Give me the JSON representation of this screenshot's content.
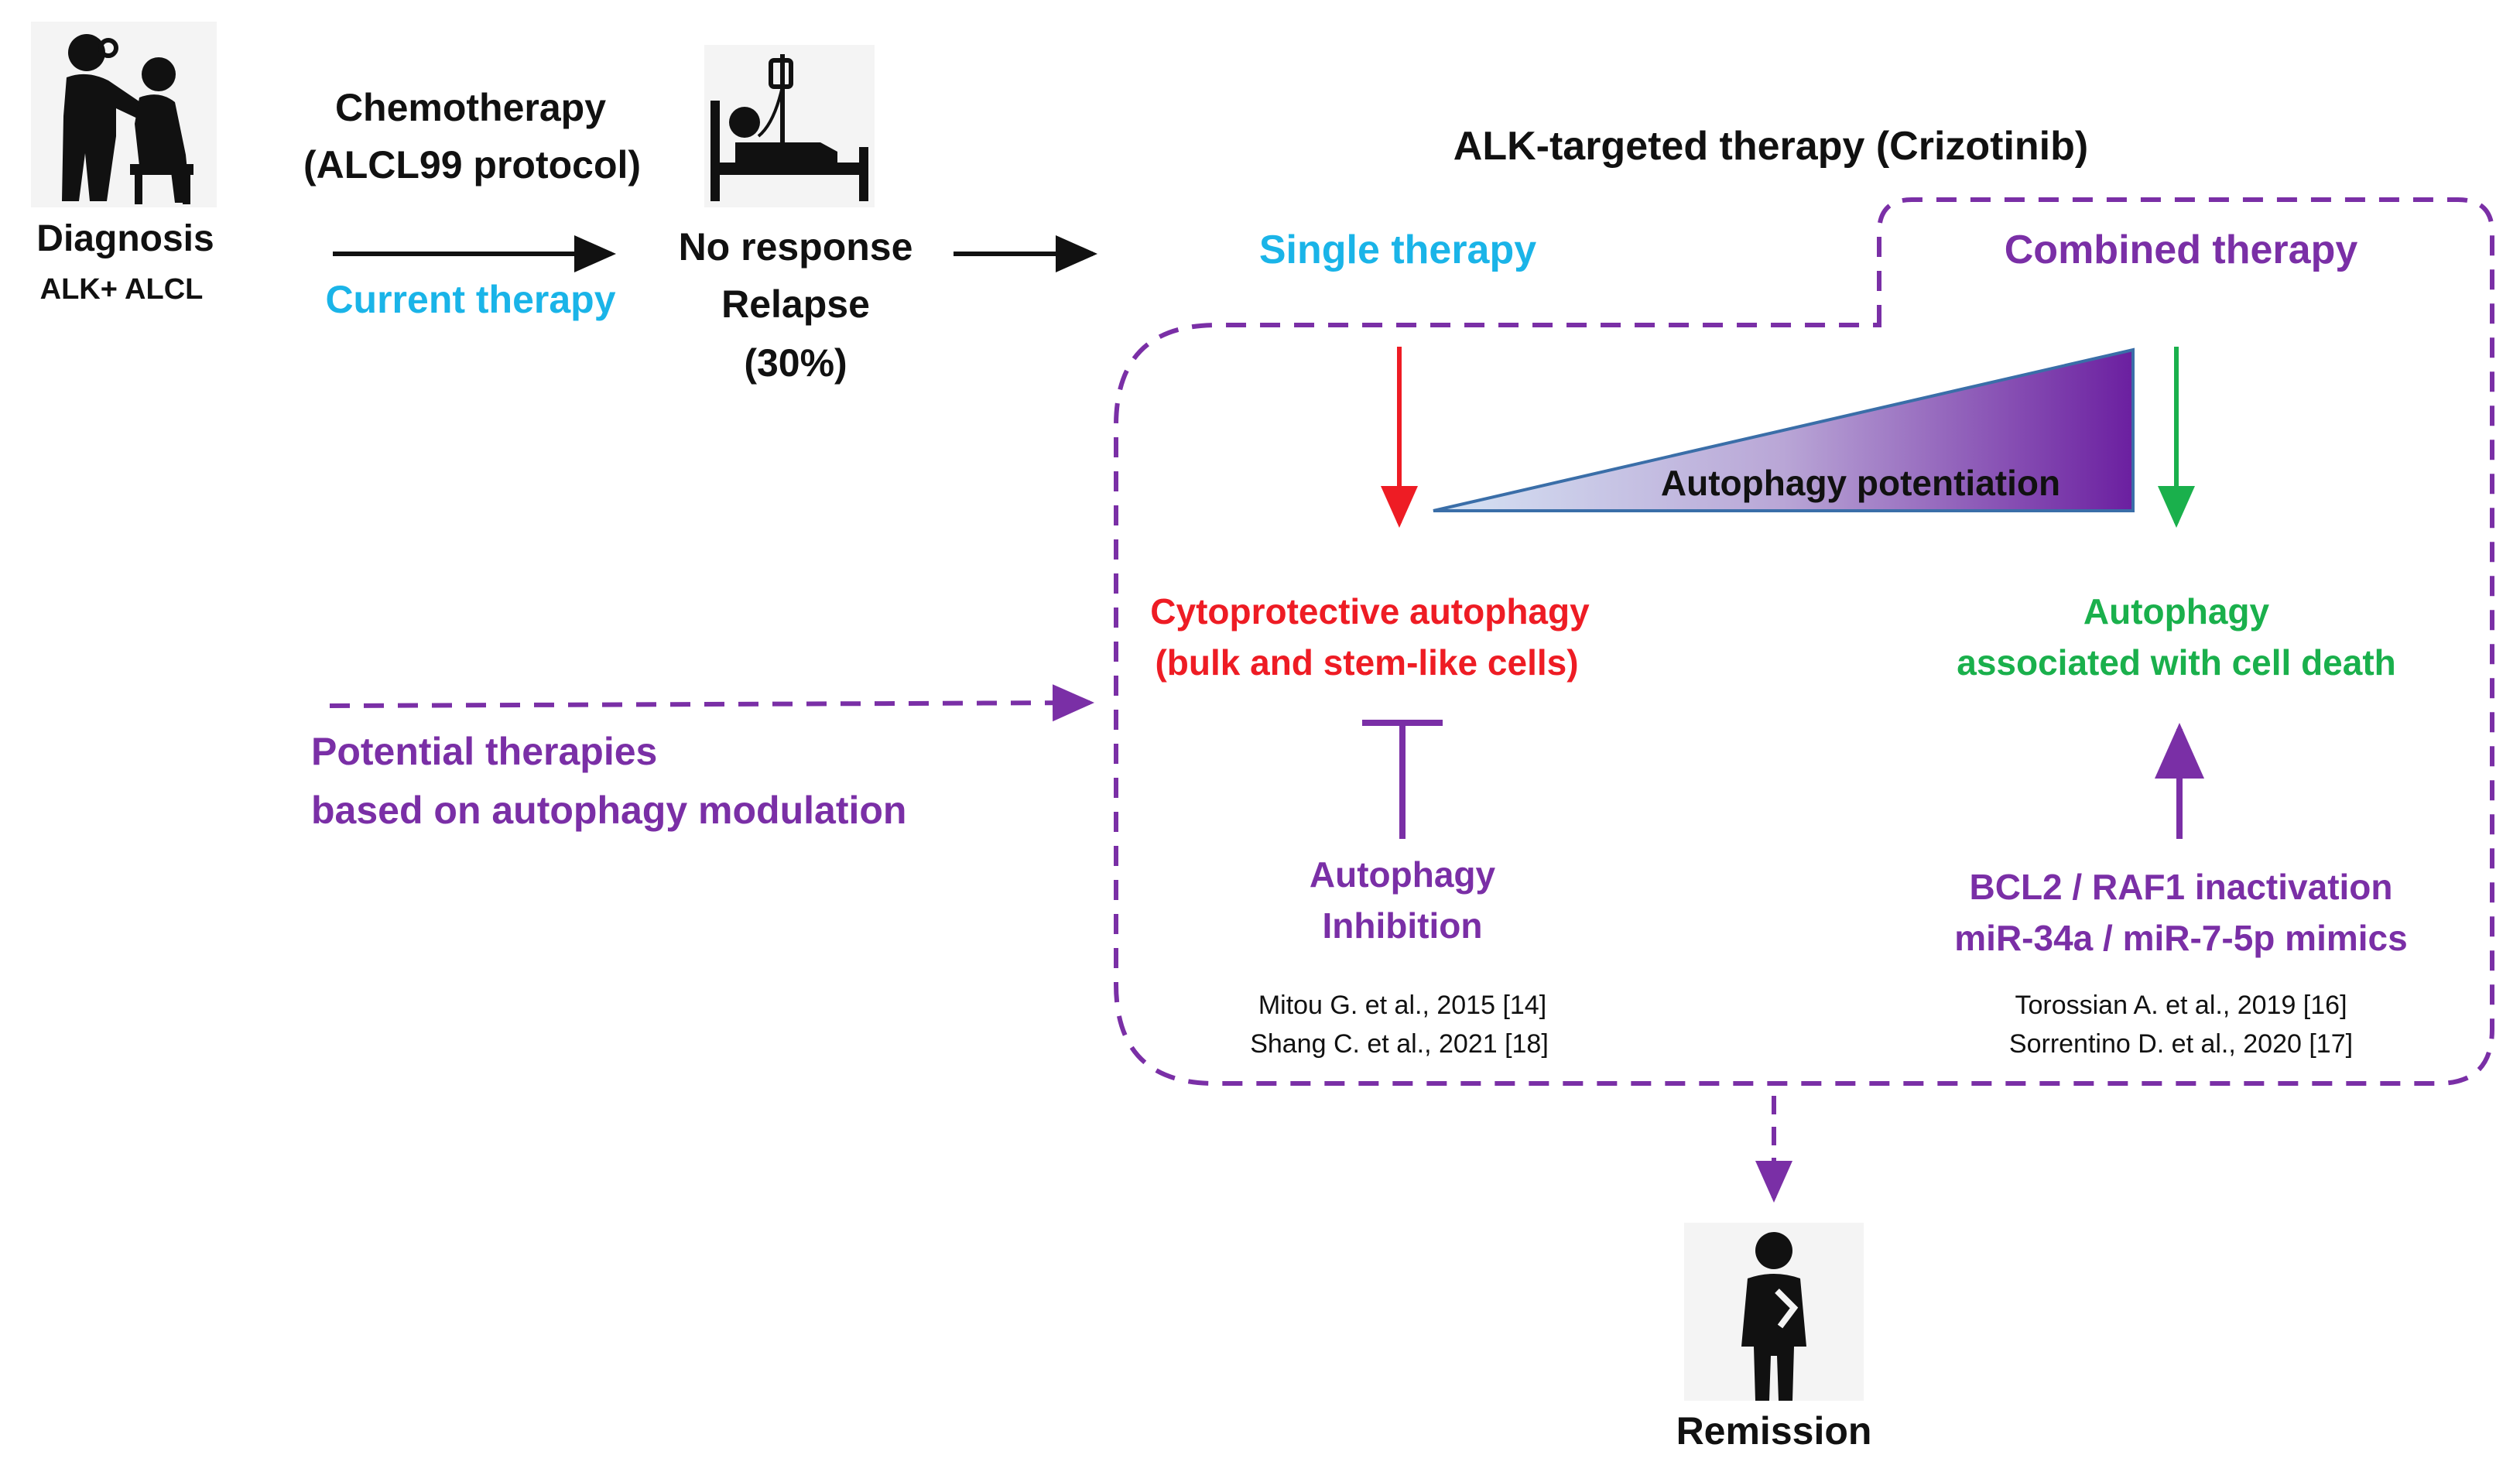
{
  "colors": {
    "black": "#111111",
    "cyan": "#1ab4e8",
    "purple": "#7a2fa6",
    "red": "#ee1c24",
    "green": "#1ab04c",
    "wedge_light": "#c9dcf2",
    "wedge_dark": "#6b1fa0",
    "wedge_border": "#3a6ea8"
  },
  "icons": {
    "diagnosis": "doctor-patient-icon",
    "relapse": "hospital-bed-icon",
    "remission": "standing-person-icon"
  },
  "diagnosis": {
    "title": "Diagnosis",
    "subtitle": "ALK+ ALCL"
  },
  "chemo": {
    "line1": "Chemotherapy",
    "line2": "(ALCL99 protocol)",
    "current": "Current therapy"
  },
  "relapse": {
    "line1": "No response",
    "line2": "Relapse",
    "line3": "(30%)"
  },
  "alk": {
    "title": "ALK-targeted therapy (Crizotinib)",
    "single": "Single therapy",
    "combined": "Combined therapy",
    "wedge_label": "Autophagy  potentiation"
  },
  "cytoprotective": {
    "line1": "Cytoprotective autophagy",
    "line2": "(bulk and stem-like cells)"
  },
  "celldeath": {
    "line1": "Autophagy",
    "line2": "associated with cell death"
  },
  "potential": {
    "line1": "Potential therapies",
    "line2": "based on autophagy modulation"
  },
  "inhibition": {
    "line1": "Autophagy",
    "line2": "Inhibition",
    "refs": [
      "Mitou G. et al., 2015 [14]",
      "Shang C. et al., 2021 [18]"
    ]
  },
  "mimics": {
    "line1": "BCL2 / RAF1 inactivation",
    "line2": "miR-34a / miR-7-5p mimics",
    "refs": [
      "Torossian A. et al., 2019 [16]",
      "Sorrentino D. et al., 2020 [17]"
    ]
  },
  "remission": {
    "label": "Remission"
  }
}
